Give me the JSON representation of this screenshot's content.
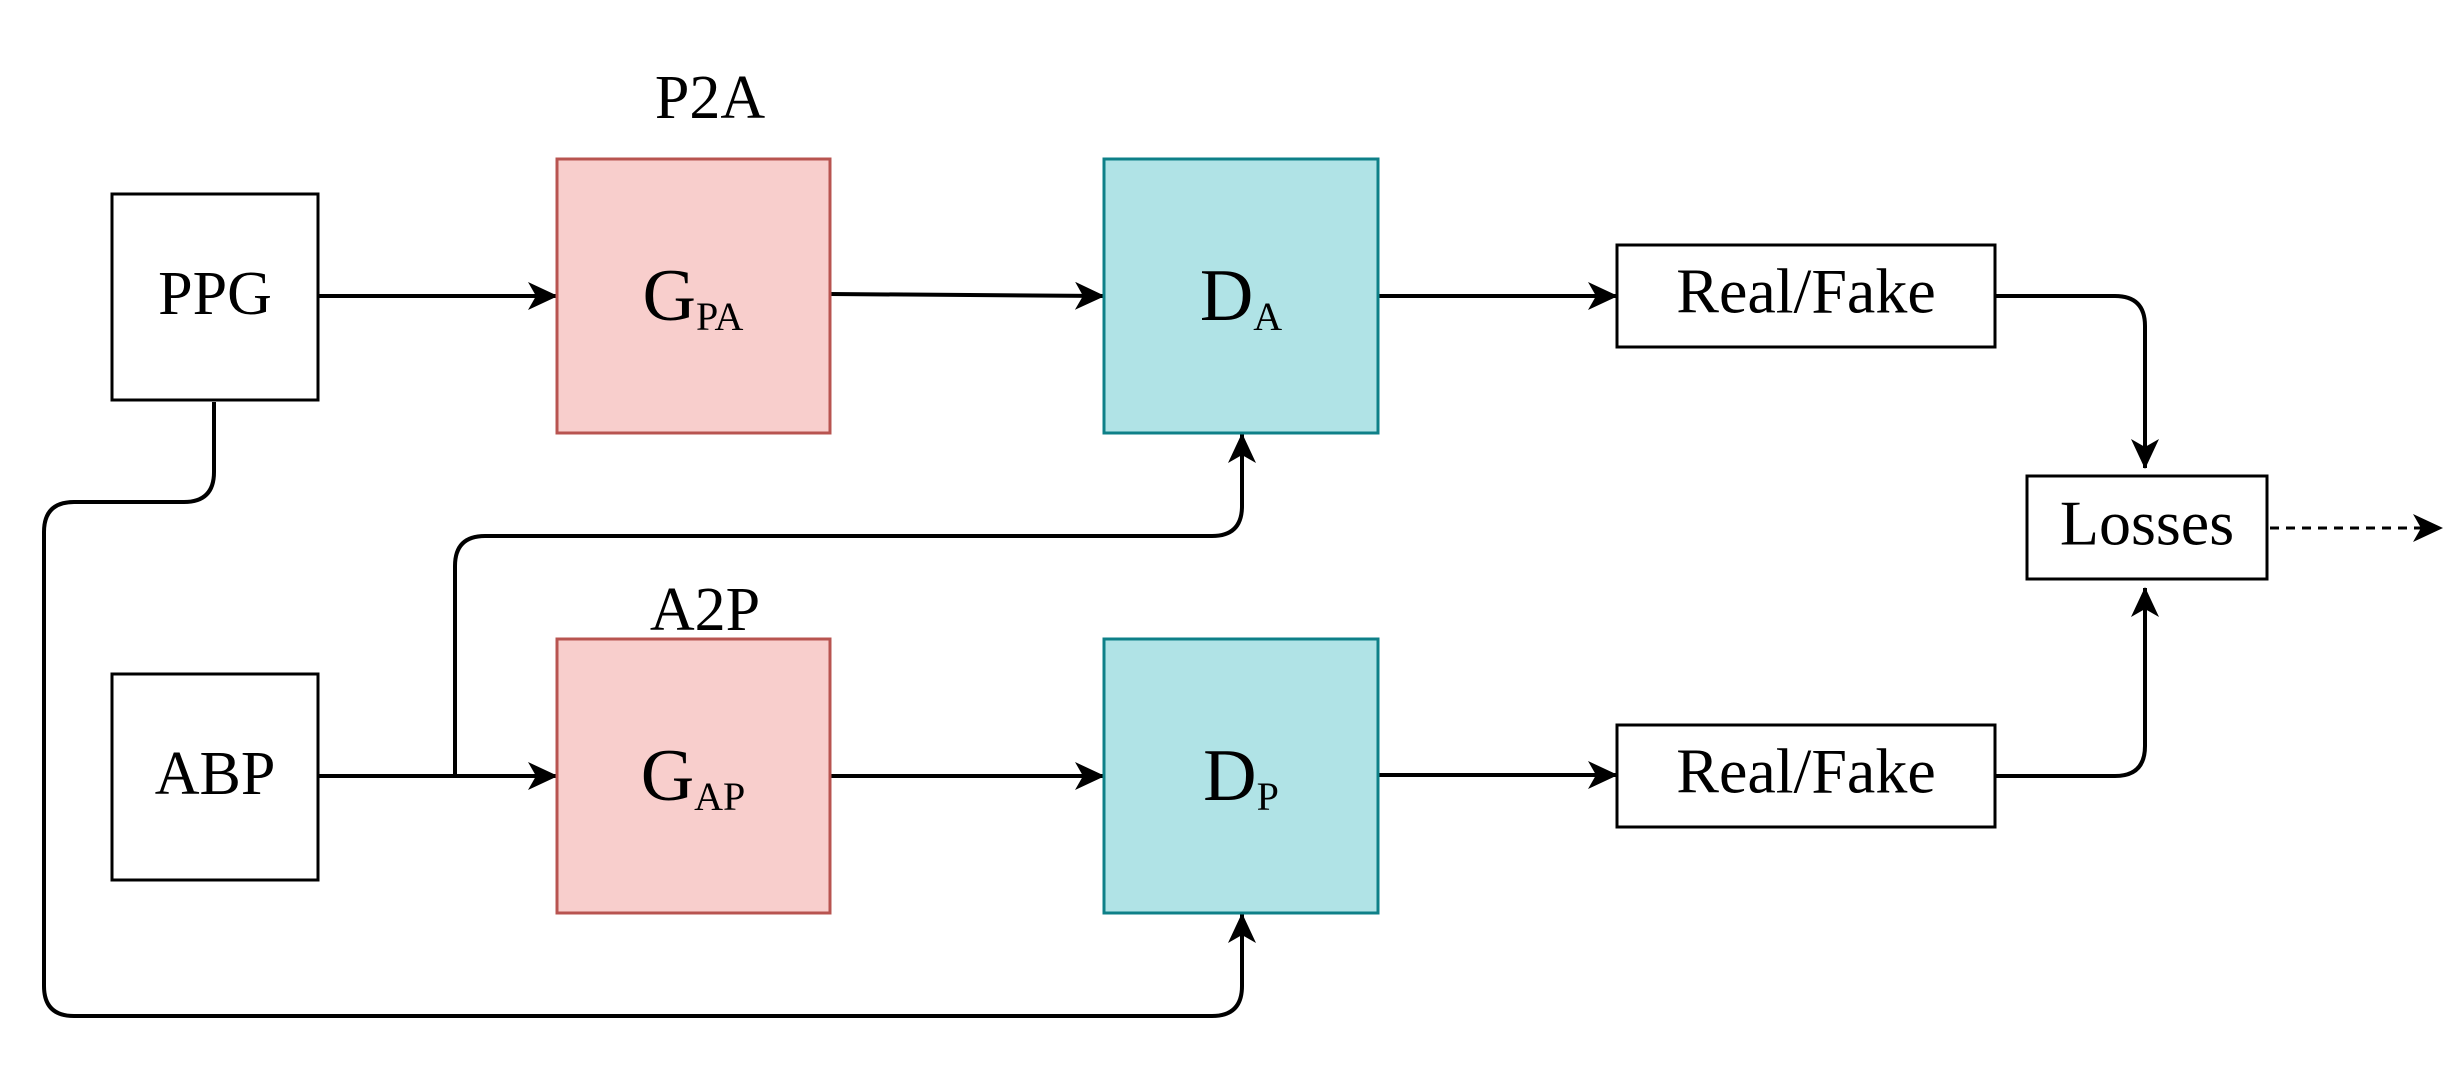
{
  "colors": {
    "generator_fill": "#f8cecc",
    "generator_stroke": "#b85450",
    "discriminator_fill": "#b0e3e6",
    "discriminator_stroke": "#0e8088",
    "plain_fill": "#ffffff",
    "line": "#000000"
  },
  "inputs": {
    "ppg": "PPG",
    "abp": "ABP"
  },
  "generators": {
    "p2a": {
      "caption": "P2A",
      "main": "G",
      "sub": "PA"
    },
    "a2p": {
      "caption": "A2P",
      "main": "G",
      "sub": "AP"
    }
  },
  "discriminators": {
    "a": {
      "main": "D",
      "sub": "A"
    },
    "p": {
      "main": "D",
      "sub": "P"
    }
  },
  "outputs": {
    "top": "Real/Fake",
    "bottom": "Real/Fake"
  },
  "losses": "Losses"
}
